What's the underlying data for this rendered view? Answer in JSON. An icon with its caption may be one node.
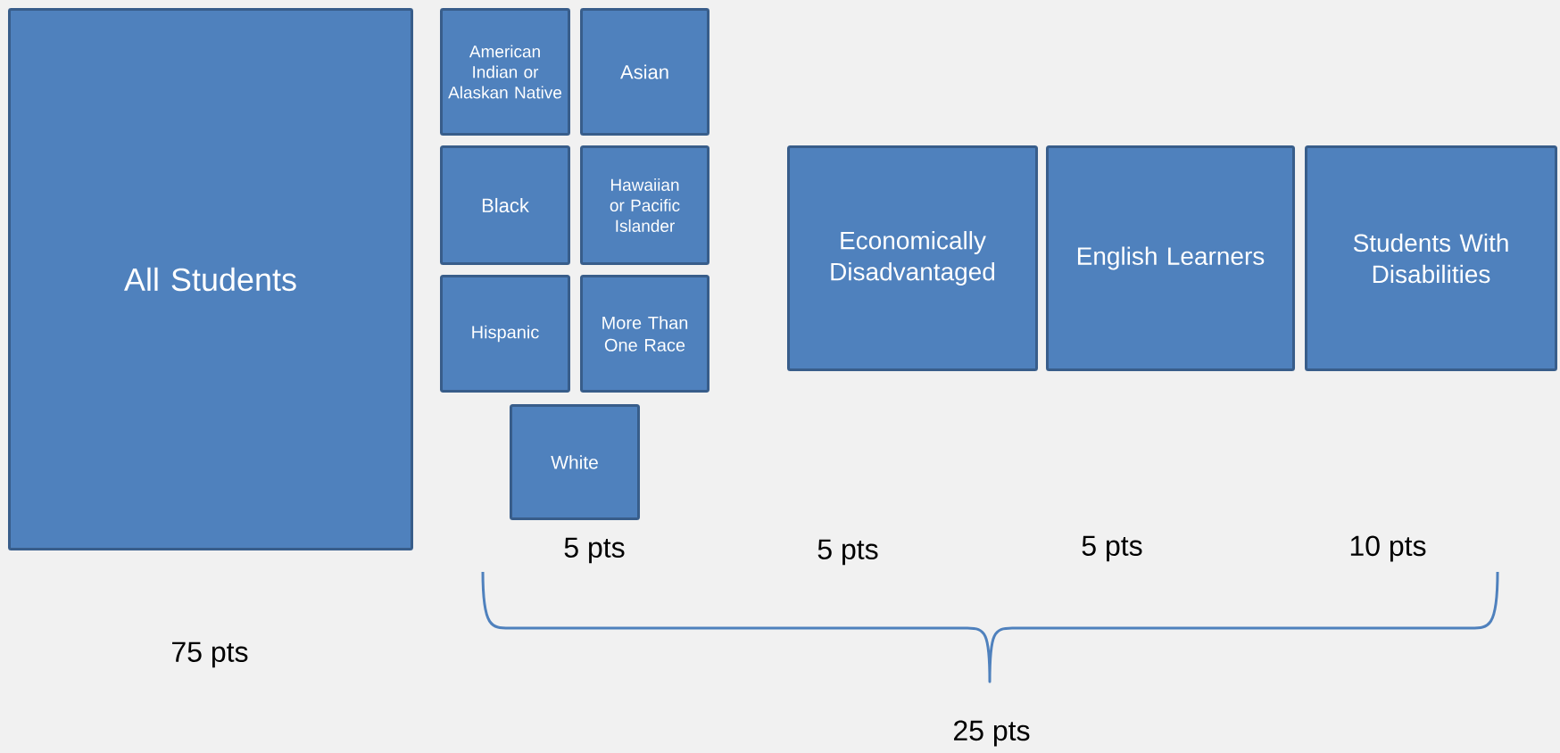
{
  "diagram": {
    "nodes": [
      {
        "text": [
          "All Students"
        ]
      },
      {
        "text": [
          "American Indian or Alaskan Native"
        ]
      },
      {
        "text": [
          "Asian"
        ]
      },
      {
        "text": [
          "Black"
        ]
      },
      {
        "text": [
          "Hawaiian or Pacific Islander"
        ]
      },
      {
        "text": [
          "Hispanic"
        ]
      },
      {
        "text": [
          "More Than One Race"
        ]
      },
      {
        "text": [
          "White"
        ]
      },
      {
        "text": [
          "Economically Disadvantaged"
        ]
      },
      {
        "text": [
          "English Learners"
        ]
      },
      {
        "text": [
          "Students With Disabilities"
        ]
      }
    ],
    "labels": [
      "5 pts",
      "5 pts",
      "5 pts",
      "10 pts",
      "75 pts",
      "25 pts"
    ]
  }
}
